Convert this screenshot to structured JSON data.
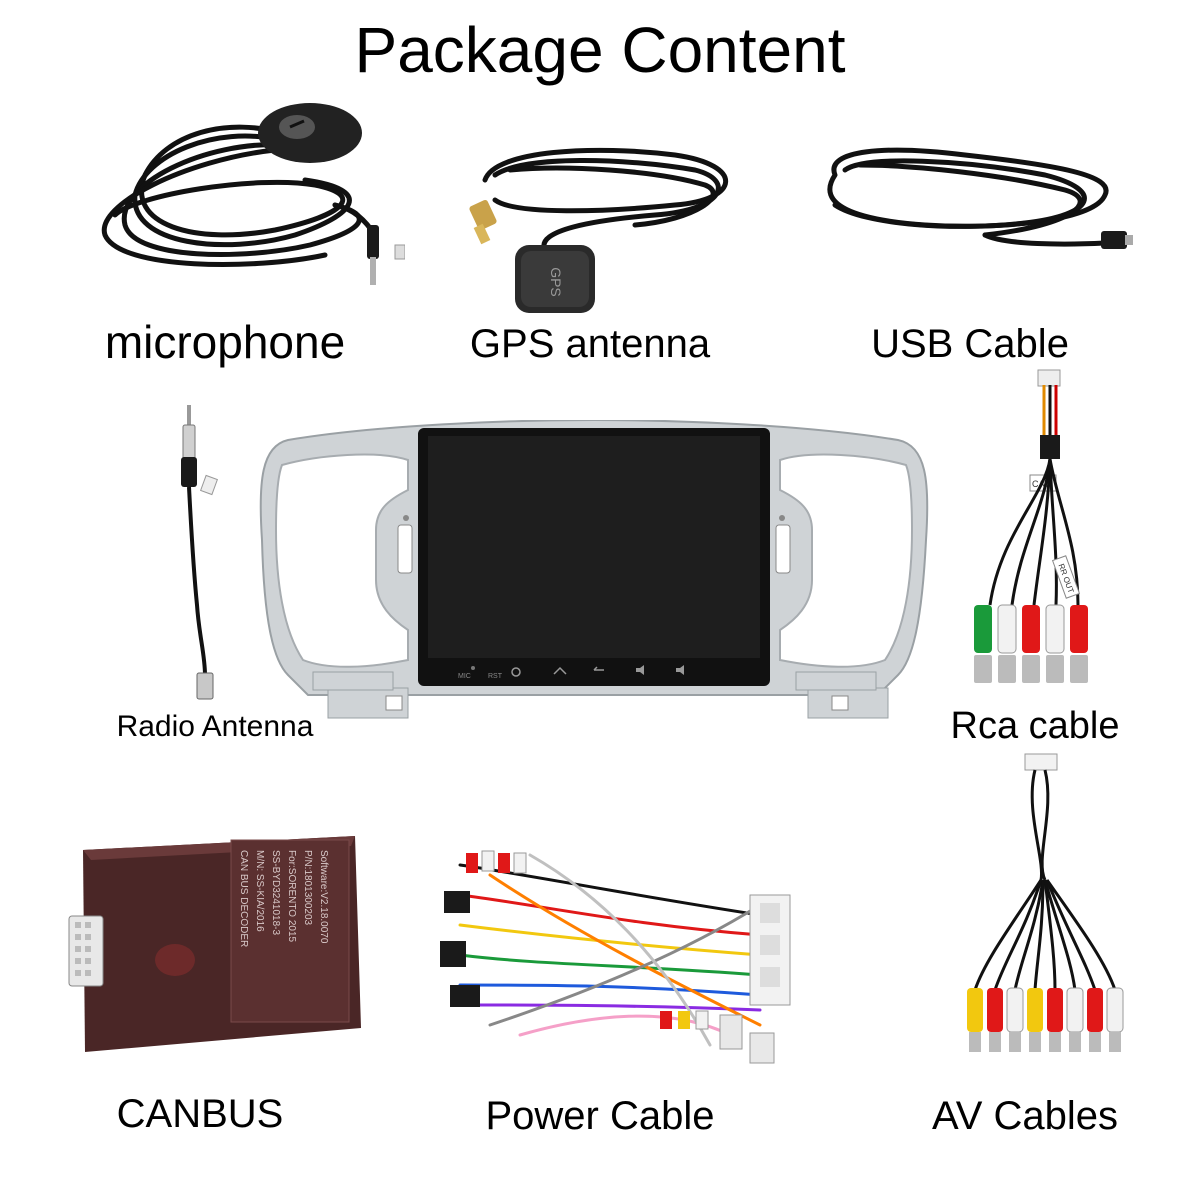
{
  "page": {
    "title": "Package Content"
  },
  "items": {
    "microphone": {
      "label": "microphone"
    },
    "gps": {
      "label": "GPS antenna",
      "module_text": "GPS"
    },
    "usb": {
      "label": "USB Cable"
    },
    "radio": {
      "label": "Radio Antenna"
    },
    "rca": {
      "label": "Rca cable",
      "tags": [
        "CAO",
        "RR OUT"
      ]
    },
    "canbus": {
      "label": "CANBUS",
      "sticker_lines": [
        "CAN BUS DECODER",
        "M/N: SS-KIA/2016",
        "SS-BYD3241018-3",
        "For:SORENTO 2015",
        "P/N:1801300203",
        "Software:V2.18.0070"
      ]
    },
    "power": {
      "label": "Power Cable"
    },
    "av": {
      "label": "AV Cables"
    },
    "head_unit": {
      "buttons": [
        "MIC",
        "RST"
      ]
    }
  },
  "colors": {
    "rca_red": "#e01818",
    "rca_white": "#f2f2f2",
    "rca_yellow": "#f2c80f",
    "rca_green": "#1a9a3a",
    "frame_silver": "#cfd3d6",
    "canbus_box": "#4a2626"
  }
}
